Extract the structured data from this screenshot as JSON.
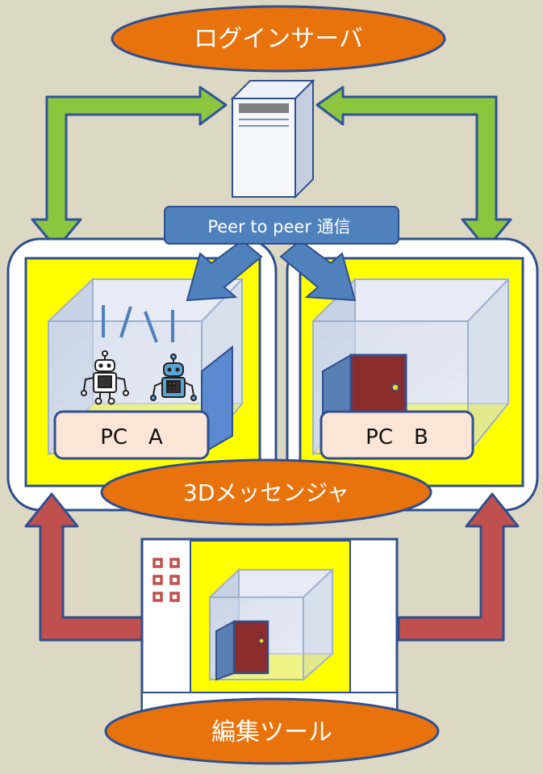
{
  "login_server": {
    "label": "ログインサーバ"
  },
  "p2p": {
    "label": "Peer to peer 通信"
  },
  "pc_a": {
    "label": "PC　A"
  },
  "pc_b": {
    "label": "PC　B"
  },
  "messenger": {
    "label": "3Dメッセンジャ"
  },
  "editor": {
    "label": "編集ツール"
  },
  "colors": {
    "background": "#ddd8c4",
    "oval": "#e8730c",
    "oval_border": "#2f4f8f",
    "green_arrow": "#8cc63f",
    "red_arrow": "#c0504d",
    "blue_arrow": "#4f81bd",
    "yellow_panel": "#ffff00",
    "door": "#8b2c2c"
  }
}
